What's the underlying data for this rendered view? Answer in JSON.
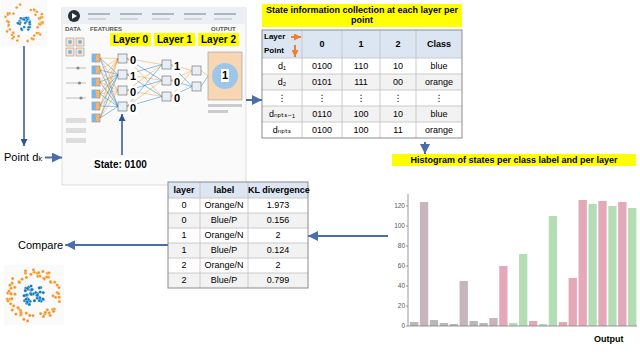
{
  "diagram": {
    "nodes": [
      {
        "text": [
          "Point dₖ"
        ]
      },
      {
        "text": [
          "DATA",
          "FEATURES",
          "OUTPUT"
        ]
      },
      {
        "text": [
          "Layer 0"
        ],
        "in": 1
      },
      {
        "text": [
          "Layer 1"
        ],
        "in": 1
      },
      {
        "text": [
          "Layer 2"
        ],
        "in": 1
      },
      {
        "text": [
          "State: 0100"
        ],
        "in": 1
      },
      {
        "text": [
          "State information collection at each layer per point"
        ]
      },
      {
        "text": [
          "Histogram of states per class label and per layer",
          "Output"
        ]
      },
      {
        "text": [
          "layer",
          "label",
          "KL divergence"
        ]
      },
      {
        "text": [
          "Compare"
        ]
      }
    ],
    "edges": [
      {
        "from": 0,
        "to": 1,
        "arrow": "to"
      },
      {
        "from": 1,
        "to": 6,
        "arrow": "to"
      },
      {
        "from": 6,
        "to": 7,
        "arrow": "to"
      },
      {
        "from": 7,
        "to": 8,
        "arrow": "to"
      },
      {
        "from": 8,
        "to": 9,
        "arrow": "to"
      }
    ],
    "labels": [
      "0",
      "1",
      "0",
      "0",
      "1",
      "0",
      "0",
      "1",
      "Layer",
      "0",
      "1",
      "2",
      "Class",
      "Point",
      "d₁",
      "0100",
      "110",
      "10",
      "blue",
      "d₂",
      "0101",
      "111",
      "00",
      "orange",
      "⋮",
      "⋮",
      "⋮",
      "⋮",
      "⋮",
      "dₙₚₜₛ₋₁",
      "0110",
      "100",
      "10",
      "blue",
      "dₙₚₜₛ",
      "0100",
      "100",
      "11",
      "orange",
      "0",
      "20",
      "40",
      "60",
      "80",
      "100",
      "120",
      "0",
      "Orange/N",
      "1.973",
      "0",
      "Blue/P",
      "0.156",
      "1",
      "Orange/N",
      "2",
      "1",
      "Blue/P",
      "0.124",
      "2",
      "Orange/N",
      "2",
      "2",
      "Blue/P",
      "0.799"
    ]
  }
}
